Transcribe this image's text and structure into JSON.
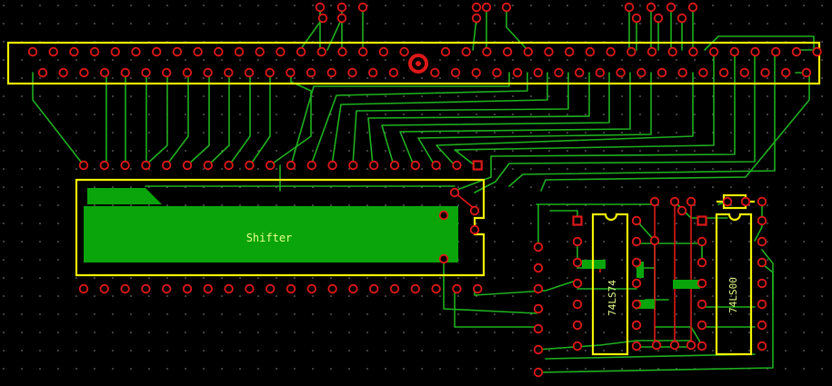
{
  "board": {
    "background": "#000000",
    "silkscreen_color": "#f2f200",
    "copper_color": "#1fb01f",
    "pad_color": "#e01818"
  },
  "components": {
    "shifter_label": "Shifter",
    "ic1_label": "74LS74",
    "ic2_label": "74LS00"
  }
}
